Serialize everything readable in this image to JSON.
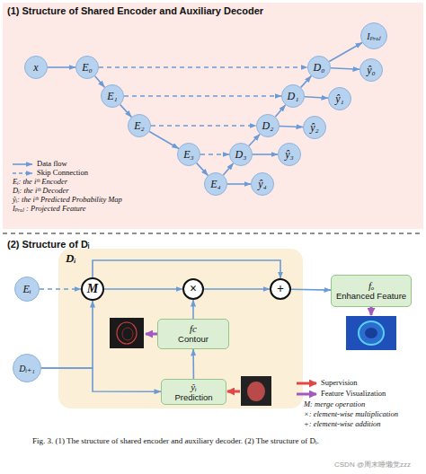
{
  "diagram": {
    "caption": "Fig. 3. (1) The structure of shared encoder and auxiliary decoder. (2) The structure of Dᵢ.",
    "nodes": [
      {
        "text": [
          "x"
        ]
      },
      {
        "text": [
          "E₀"
        ]
      },
      {
        "text": [
          "E₁"
        ]
      },
      {
        "text": [
          "E₂"
        ]
      },
      {
        "text": [
          "E₃"
        ]
      },
      {
        "text": [
          "E₄"
        ]
      },
      {
        "text": [
          "D₃"
        ]
      },
      {
        "text": [
          "D₂"
        ]
      },
      {
        "text": [
          "D₁"
        ]
      },
      {
        "text": [
          "D₀"
        ]
      },
      {
        "text": [
          "Iₚᵣₒⱼ"
        ]
      },
      {
        "text": [
          "ŷ₀"
        ]
      },
      {
        "text": [
          "ŷ₁"
        ]
      },
      {
        "text": [
          "ŷ₂"
        ]
      },
      {
        "text": [
          "ŷ₃"
        ]
      },
      {
        "text": [
          "ŷ₄"
        ]
      },
      {
        "text": [
          "Eᵢ"
        ]
      },
      {
        "text": [
          "Dᵢ"
        ]
      },
      {
        "text": [
          "M"
        ],
        "in": 17
      },
      {
        "text": [
          "×"
        ],
        "in": 17
      },
      {
        "text": [
          "+"
        ],
        "in": 17
      },
      {
        "text": [
          "fc",
          "Contour"
        ],
        "in": 17
      },
      {
        "text": [
          "ŷᵢ",
          "Prediction"
        ],
        "in": 17
      },
      {
        "text": [
          "Dᵢ₊₁"
        ]
      },
      {
        "text": [
          "fₒ",
          "Enhanced Feature"
        ]
      }
    ],
    "edges": [
      {
        "from": 0,
        "to": 1,
        "arrow": "to"
      },
      {
        "from": 1,
        "to": 2,
        "arrow": "to"
      },
      {
        "from": 2,
        "to": 3,
        "arrow": "to"
      },
      {
        "from": 3,
        "to": 4,
        "arrow": "to"
      },
      {
        "from": 4,
        "to": 5,
        "arrow": "to"
      },
      {
        "from": 5,
        "to": 6,
        "arrow": "to"
      },
      {
        "from": 6,
        "to": 7,
        "arrow": "to"
      },
      {
        "from": 7,
        "to": 8,
        "arrow": "to"
      },
      {
        "from": 8,
        "to": 9,
        "arrow": "to"
      },
      {
        "from": 9,
        "to": 10,
        "arrow": "to"
      },
      {
        "from": 9,
        "to": 11,
        "arrow": "to"
      },
      {
        "from": 8,
        "to": 12,
        "arrow": "to"
      },
      {
        "from": 7,
        "to": 13,
        "arrow": "to"
      },
      {
        "from": 6,
        "to": 14,
        "arrow": "to"
      },
      {
        "from": 5,
        "to": 15,
        "arrow": "to"
      },
      {
        "from": 1,
        "to": 9,
        "arrow": "to"
      },
      {
        "from": 2,
        "to": 8,
        "arrow": "to"
      },
      {
        "from": 3,
        "to": 7,
        "arrow": "to"
      },
      {
        "from": 4,
        "to": 6,
        "arrow": "to"
      },
      {
        "from": 16,
        "to": 18,
        "arrow": "to"
      },
      {
        "from": 23,
        "to": 18,
        "arrow": "to"
      },
      {
        "from": 23,
        "to": 22,
        "arrow": "to"
      },
      {
        "from": 22,
        "to": 21,
        "arrow": "to"
      },
      {
        "from": 21,
        "to": 19,
        "arrow": "to"
      },
      {
        "from": 18,
        "to": 19,
        "arrow": "to"
      },
      {
        "from": 18,
        "to": 20,
        "arrow": "to"
      },
      {
        "from": 19,
        "to": 20,
        "arrow": "to"
      },
      {
        "from": 20,
        "to": 24,
        "arrow": "to"
      }
    ],
    "labels": [
      "(1) Structure of Shared Encoder and Auxiliary Decoder",
      "Eᵢ: the iᵗʰ Encoder",
      "Dᵢ: the iᵗʰ Decoder",
      "ŷᵢ: the iᵗʰ Predicted Probability Map",
      "Iₚᵣₒⱼ : Projected Feature",
      "(2) Structure of Dᵢ",
      "M: merge operation",
      "×: element-wise multiplication",
      "+: element-wise addition",
      "CSDN @周末睡懒觉zzz"
    ],
    "legend": [
      {
        "text": "Data flow"
      },
      {
        "text": "Skip Connection"
      },
      {
        "text": "Supervision"
      },
      {
        "text": "Feature Visualization"
      }
    ]
  }
}
